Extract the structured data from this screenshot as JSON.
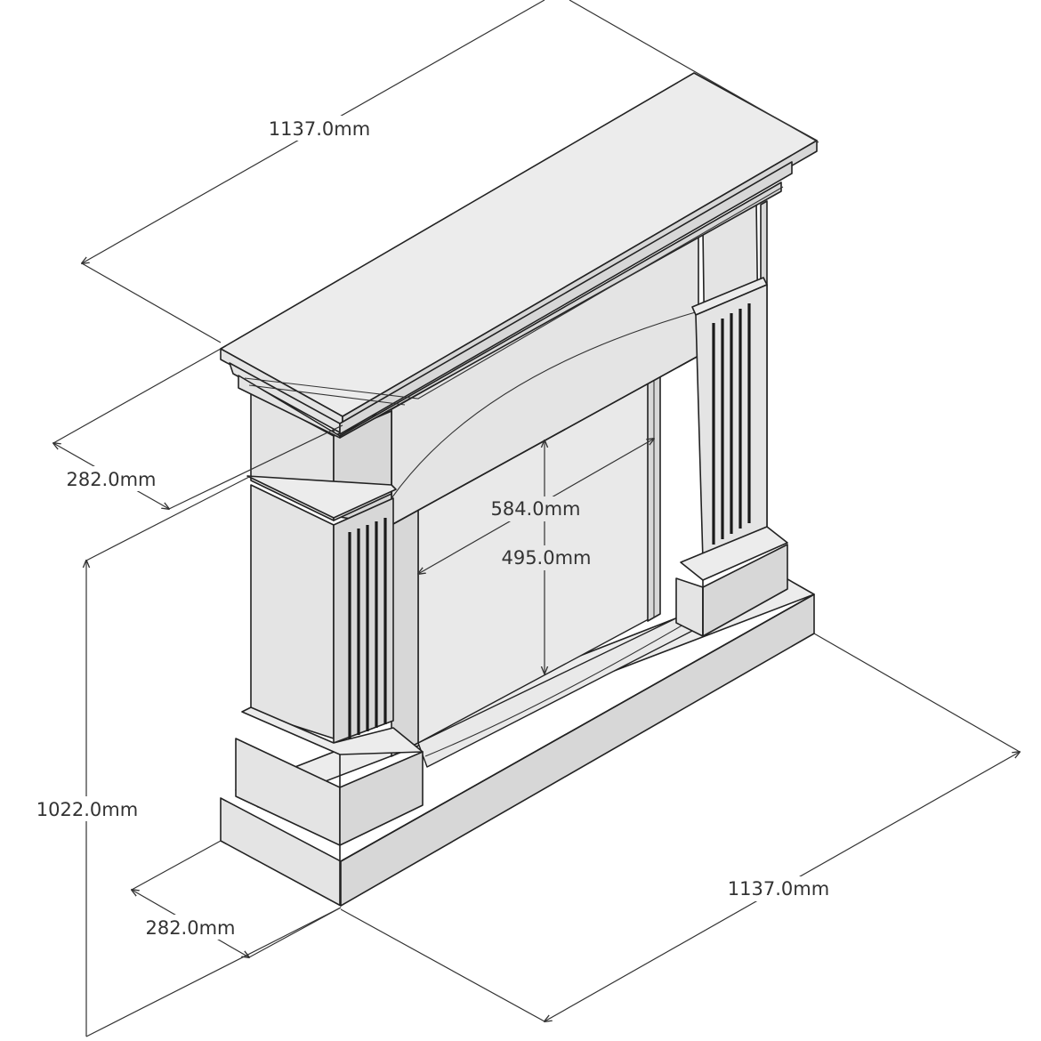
{
  "diagram": {
    "dimensions": {
      "top_width": "1137.0mm",
      "bottom_width": "1137.0mm",
      "top_depth": "282.0mm",
      "bottom_depth": "282.0mm",
      "height": "1022.0mm",
      "opening_height": "584.0mm",
      "opening_width": "495.0mm"
    },
    "colors": {
      "line": "#222222",
      "background": "#ffffff",
      "surface": "#e4e4e4"
    }
  }
}
